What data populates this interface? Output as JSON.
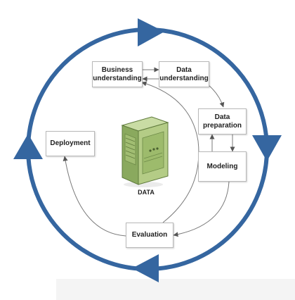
{
  "nodes": {
    "business_understanding": "Business\nunderstanding",
    "data_understanding": "Data\nunderstanding",
    "data_preparation": "Data\npreparation",
    "modeling": "Modeling",
    "evaluation": "Evaluation",
    "deployment": "Deployment",
    "data": "DATA"
  },
  "colors": {
    "cycle_ring": "#3566a0",
    "flow_arrow": "#7a7a7a",
    "server_body": "#8aa95e",
    "server_face": "#b4cc86"
  },
  "icons": {
    "data_store": "server-rack-icon"
  }
}
